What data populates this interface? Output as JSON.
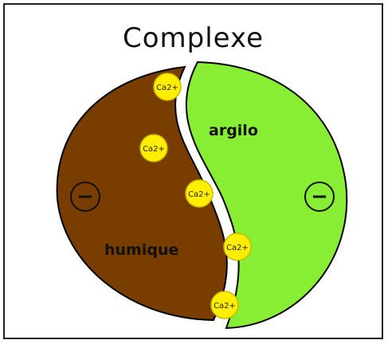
{
  "title": "Complexe",
  "labels": {
    "humus": "humique",
    "clay": "argilo"
  },
  "charge_sign": "−",
  "ions": [
    "Ca2+",
    "Ca2+",
    "Ca2+",
    "Ca2+",
    "Ca2+"
  ],
  "colors": {
    "humus": "#7a3d00",
    "clay": "#88ee33",
    "ion": "#ffee00",
    "border": "#222222"
  }
}
